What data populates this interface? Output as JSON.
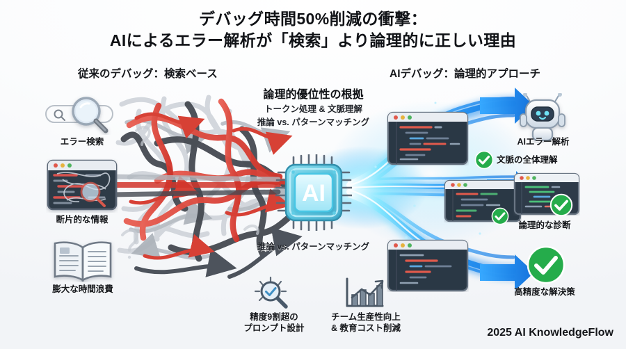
{
  "title": {
    "line1": "デバッグ時間50%削減の衝撃：",
    "line2": "AIによるエラー解析が「検索」より論理的に正しい理由"
  },
  "columns": {
    "left_head": "従来のデバッグ：検索ベース",
    "right_head": "AIデバッグ：論理的アプローチ"
  },
  "center": {
    "title": "論理的優位性の根拠",
    "sub1": "トークン処理 & 文脈理解",
    "sub2": "推論 vs. パターンマッチング",
    "bottom": "推論 vs. パターンマッチング",
    "chip_label": "AI"
  },
  "left_items": [
    {
      "label": "エラー検索",
      "icon": "search-bar-magnifier-icon"
    },
    {
      "label": "断片的な情報",
      "icon": "tangled-code-window-icon"
    },
    {
      "label": "膨大な時間浪費",
      "icon": "open-book-icon"
    }
  ],
  "right_items": [
    {
      "label": "AIエラー解析",
      "icon": "robot-icon"
    },
    {
      "label": "文脈の全体理解",
      "icon": "check-circle-icon"
    },
    {
      "label": "論理的な診断",
      "icon": "clean-code-window-icon"
    },
    {
      "label": "高精度な解決策",
      "icon": "check-circle-large-icon"
    }
  ],
  "bottom_items": [
    {
      "label": "精度9割超の\nプロンプト設計",
      "icon": "magnifier-check-icon"
    },
    {
      "label": "チーム生産性向上\n& 教育コスト削減",
      "icon": "bar-chart-growth-icon"
    }
  ],
  "footer": "2025 AI KnowledgeFlow",
  "colors": {
    "accent_blue": "#1b8cf5",
    "glow_cyan": "#63dcff",
    "error_red": "#e03c31",
    "tangle_gray": "#9aa0a8",
    "tangle_dark": "#3b4048",
    "success_green": "#25ac4b",
    "chip_teal": "#4fd3e8",
    "background": "#f4f6f8",
    "text_dark": "#14161a"
  }
}
